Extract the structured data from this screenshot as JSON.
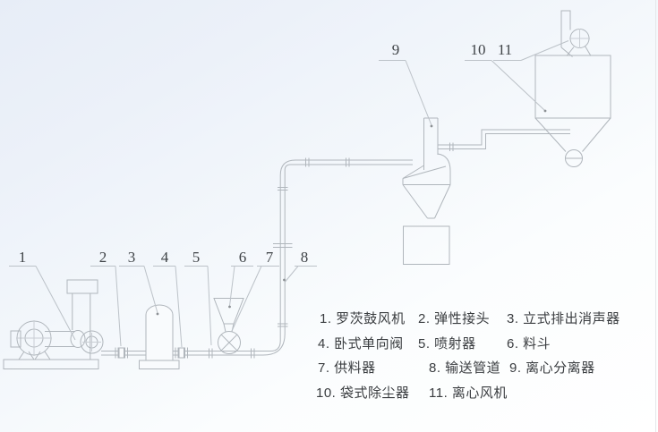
{
  "markers": [
    "1",
    "2",
    "3",
    "4",
    "5",
    "6",
    "7",
    "8",
    "9",
    "10",
    "11"
  ],
  "legend": {
    "items": [
      {
        "text": "1. 罗茨鼓风机"
      },
      {
        "text": "2. 弹性接头"
      },
      {
        "text": "3. 立式排出消声器"
      },
      {
        "text": "4. 卧式单向阀"
      },
      {
        "text": "5. 喷射器"
      },
      {
        "text": "6. 料斗"
      },
      {
        "text": "7. 供料器"
      },
      {
        "text": "8. 输送管道"
      },
      {
        "text": "9. 离心分离器"
      },
      {
        "text": "10. 袋式除尘器"
      },
      {
        "text": "11. 离心风机"
      }
    ]
  },
  "colors": {
    "line": "#b0b6bc",
    "faint_line": "#c9ced4",
    "text": "#3a3d40",
    "dot": "#8c9094",
    "background_top_left": "#e7edf7",
    "background": "#ffffff"
  }
}
